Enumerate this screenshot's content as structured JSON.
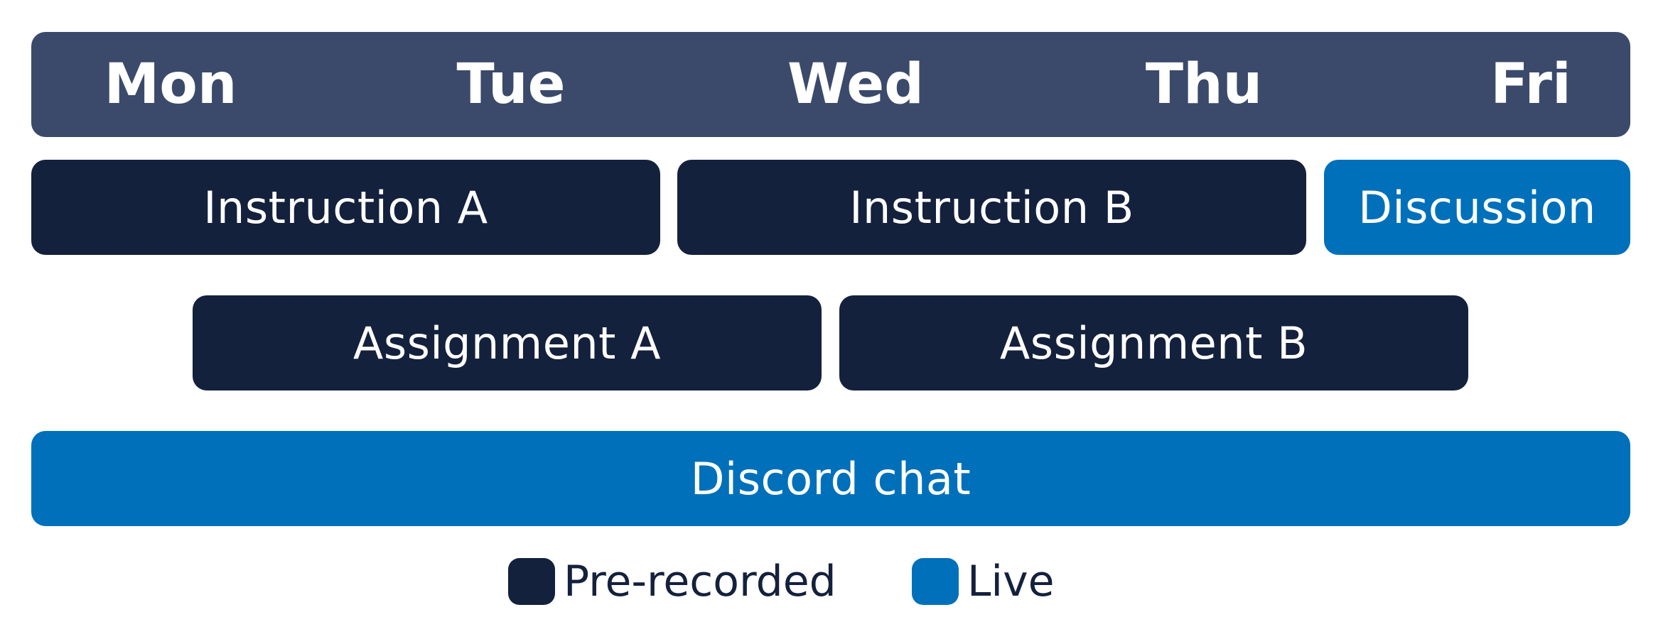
{
  "days": [
    "Mon",
    "Tue",
    "Wed",
    "Thu",
    "Fri"
  ],
  "activities": {
    "instruction_a": "Instruction A",
    "instruction_b": "Instruction B",
    "discussion": "Discussion",
    "assignment_a": "Assignment A",
    "assignment_b": "Assignment B",
    "discord_chat": "Discord chat"
  },
  "legend": {
    "prerecorded": "Pre-recorded",
    "live": "Live"
  },
  "colors": {
    "header": "#3b4a6b",
    "prerecorded": "#14213d",
    "live": "#0070ba"
  }
}
